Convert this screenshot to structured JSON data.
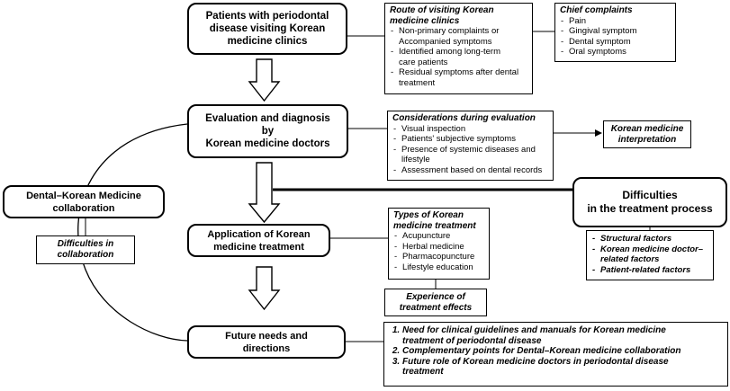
{
  "patients": {
    "line1": "Patients with periodontal",
    "line2": "disease visiting Korean",
    "line3": "medicine clinics"
  },
  "route": {
    "heading_line1": "Route of visiting Korean",
    "heading_line2": "medicine clinics",
    "items": [
      {
        "line1": "Non-primary complaints or",
        "line2": "Accompanied symptoms"
      },
      {
        "line1": "Identified among long-term",
        "line2": "care patients"
      },
      {
        "line1": "Residual symptoms after dental",
        "line2": "treatment"
      }
    ]
  },
  "chief": {
    "heading": "Chief complaints",
    "items": [
      "Pain",
      "Gingival symptom",
      "Dental symptom",
      "Oral symptoms"
    ]
  },
  "evaluation": {
    "line1": "Evaluation and diagnosis",
    "line2": "by",
    "line3": "Korean medicine doctors"
  },
  "considerations": {
    "heading": "Considerations during evaluation",
    "items": [
      {
        "line1": "Visual inspection"
      },
      {
        "line1": "Patients' subjective symptoms"
      },
      {
        "line1": "Presence of systemic diseases and",
        "line2": "lifestyle"
      },
      {
        "line1": "Assessment based on dental records"
      }
    ]
  },
  "interpretation": {
    "line1": "Korean medicine",
    "line2": "interpretation"
  },
  "collaboration": {
    "line1": "Dental–Korean Medicine",
    "line2": "collaboration"
  },
  "collab_difficulties": {
    "line1": "Difficulties in",
    "line2": "collaboration"
  },
  "difficulties_process": {
    "line1": "Difficulties",
    "line2": "in the treatment process"
  },
  "difficulty_factors": {
    "items": [
      {
        "line1": "Structural factors"
      },
      {
        "line1": "Korean medicine doctor–",
        "line2": "related factors"
      },
      {
        "line1": "Patient-related factors"
      }
    ]
  },
  "application": {
    "line1": "Application of Korean",
    "line2": "medicine treatment"
  },
  "types": {
    "heading_line1": "Types of Korean",
    "heading_line2": "medicine treatment",
    "items": [
      "Acupuncture",
      "Herbal medicine",
      "Pharmacopuncture",
      "Lifestyle education"
    ]
  },
  "experience": {
    "line1": "Experience of",
    "line2": "treatment effects"
  },
  "future": {
    "line1": "Future needs and",
    "line2": "directions"
  },
  "future_list": {
    "items": [
      {
        "line1": "Need for clinical guidelines and manuals for Korean medicine",
        "line2": "treatment of periodontal disease"
      },
      {
        "line1": "Complementary points for Dental–Korean medicine collaboration"
      },
      {
        "line1": "Future role of Korean medicine doctors in periodontal disease",
        "line2": "treatment"
      }
    ]
  }
}
